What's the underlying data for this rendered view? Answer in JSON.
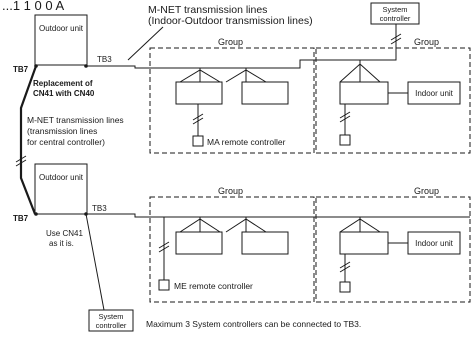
{
  "header_fragment": "...1 1 0 0 A",
  "labels": {
    "mnet_title_line1": "M-NET transmission lines",
    "mnet_title_line2": "(Indoor-Outdoor transmission lines)",
    "outdoor_unit": "Outdoor unit",
    "tb3": "TB3",
    "tb7": "TB7",
    "replacement_line1": "Replacement of",
    "replacement_line2": "CN41 with CN40",
    "central_line1": "M-NET transmission lines",
    "central_line2": "(transmission lines",
    "central_line3": "for central controller)",
    "use_cn41_line1": "Use CN41",
    "use_cn41_line2": "as it is.",
    "system_controller_line1": "System",
    "system_controller_line2": "controller",
    "group": "Group",
    "indoor_unit": "Indoor unit",
    "ma_remote": "MA remote controller",
    "me_remote": "ME remote controller",
    "max_note": "Maximum 3 System controllers can be connected to TB3."
  }
}
